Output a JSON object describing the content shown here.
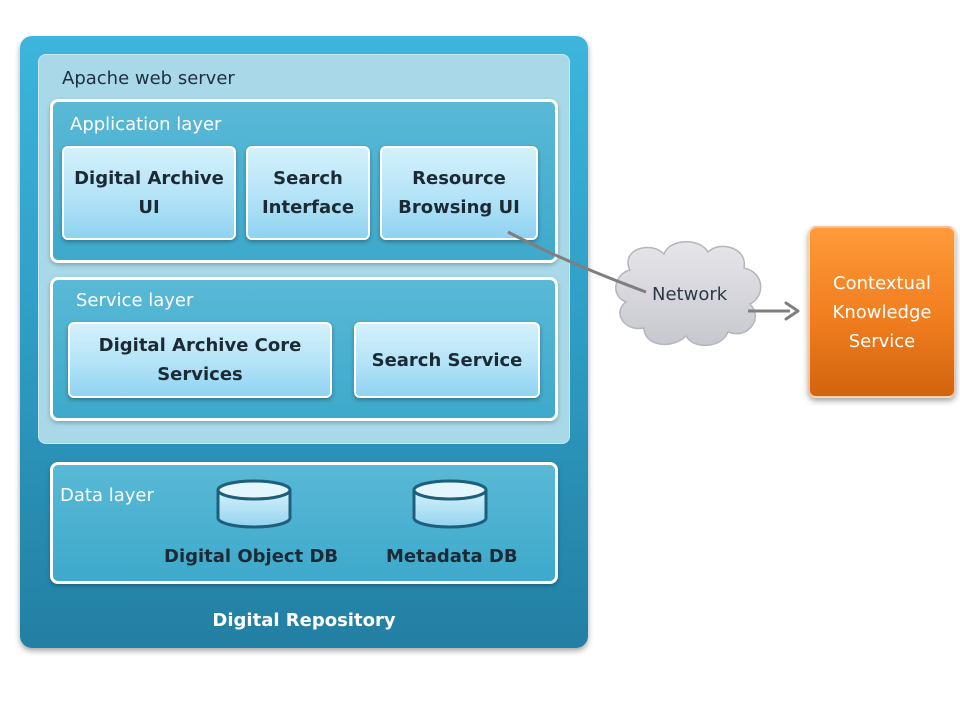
{
  "repository": {
    "label": "Digital Repository",
    "web_server": {
      "label": "Apache web server",
      "application_layer": {
        "label": "Application layer",
        "components": [
          "Digital Archive UI",
          "Search Interface",
          "Resource Browsing UI"
        ]
      },
      "service_layer": {
        "label": "Service layer",
        "components": [
          "Digital Archive Core Services",
          "Search Service"
        ]
      }
    },
    "data_layer": {
      "label": "Data layer",
      "databases": [
        "Digital Object DB",
        "Metadata DB"
      ]
    }
  },
  "network": {
    "label": "Network"
  },
  "external_service": {
    "label": "Contextual Knowledge Service"
  },
  "colors": {
    "repository_blue": "#2f9fc6",
    "external_orange": "#f07d1e",
    "connector_gray": "#7f7f7f"
  }
}
